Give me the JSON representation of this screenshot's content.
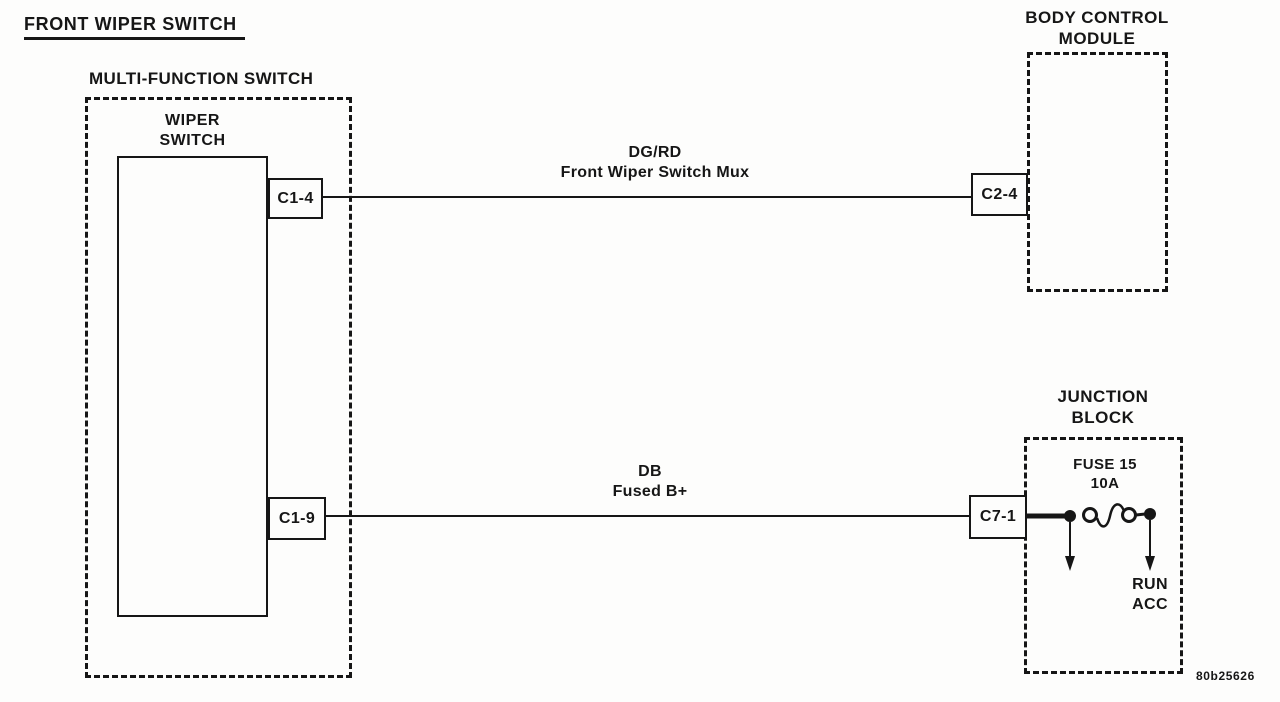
{
  "page": {
    "title": "FRONT WIPER SWITCH",
    "figure_number": "80b25626"
  },
  "colors": {
    "ink": "#161616",
    "background": "#fdfdfc"
  },
  "multi_function_switch": {
    "label": "MULTI-FUNCTION SWITCH",
    "wiper_switch_line1": "WIPER",
    "wiper_switch_line2": "SWITCH",
    "connector_top": "C1-4",
    "connector_bottom": "C1-9"
  },
  "body_control_module": {
    "label_line1": "BODY CONTROL",
    "label_line2": "MODULE",
    "connector": "C2-4"
  },
  "junction_block": {
    "label_line1": "JUNCTION",
    "label_line2": "BLOCK",
    "fuse_name": "FUSE 15",
    "fuse_rating": "10A",
    "connector": "C7-1",
    "feed_line1": "RUN",
    "feed_line2": "ACC"
  },
  "wires": {
    "mux": {
      "color": "DG/RD",
      "name": "Front Wiper Switch Mux"
    },
    "power": {
      "color": "DB",
      "name": "Fused B+"
    }
  }
}
